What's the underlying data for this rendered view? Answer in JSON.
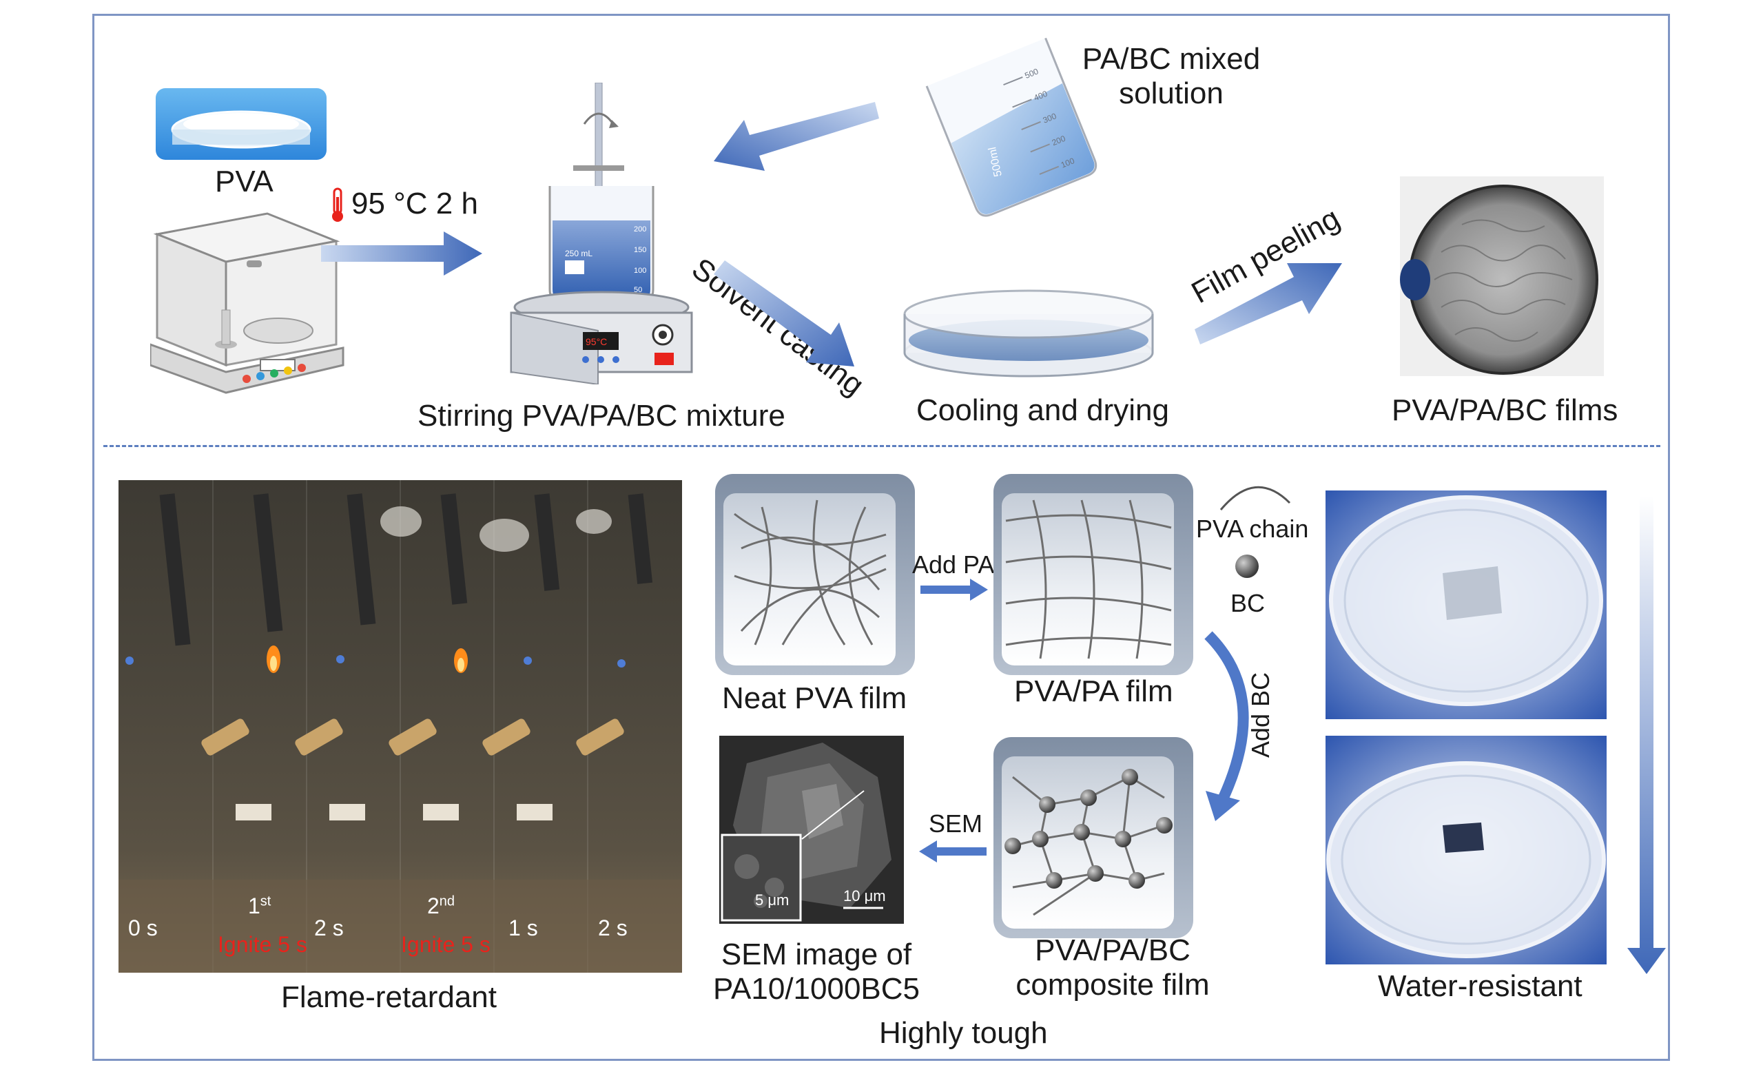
{
  "top": {
    "pva_label": "PVA",
    "condition": "95 °C  2 h",
    "solution_label_1": "PA/BC mixed",
    "solution_label_2": "solution",
    "solvent_casting": "Solvent casting",
    "film_peeling": "Film peeling",
    "stirring_label": "Stirring PVA/PA/BC mixture",
    "cooling_label": "Cooling and drying",
    "films_label": "PVA/PA/BC films",
    "beaker_volume": "500ml",
    "beaker_ticks": [
      "500",
      "400",
      "300",
      "200",
      "100"
    ],
    "small_beaker_volume": "250 mL",
    "small_beaker_ticks": [
      "200",
      "150",
      "100",
      "50"
    ],
    "heater_display": "95°C"
  },
  "bottom": {
    "flame_label": "Flame-retardant",
    "flame_times": [
      "0 s",
      "2 s",
      "1 s",
      "2 s"
    ],
    "ignite_1_num": "1",
    "ignite_1_sup": "st",
    "ignite_2_num": "2",
    "ignite_2_sup": "nd",
    "ignite_text": "Ignite 5 s",
    "neat_film": "Neat PVA film",
    "add_pa": "Add PA",
    "pva_pa_film": "PVA/PA film",
    "pva_chain": "PVA chain",
    "bc": "BC",
    "add_bc": "Add BC",
    "sem": "SEM",
    "composite_1": "PVA/PA/BC",
    "composite_2": "composite film",
    "sem_image_1": "SEM image of",
    "sem_image_2": "PA10/1000BC5",
    "scale_5": "5 μm",
    "scale_10": "10 μm",
    "highly_tough": "Highly tough",
    "water_resistant": "Water-resistant"
  },
  "colors": {
    "arrow_blue": "#4f78c8",
    "frame": "#7f95c4",
    "flame_red": "#e8231c",
    "solution_blue": "#8fb6e3"
  }
}
